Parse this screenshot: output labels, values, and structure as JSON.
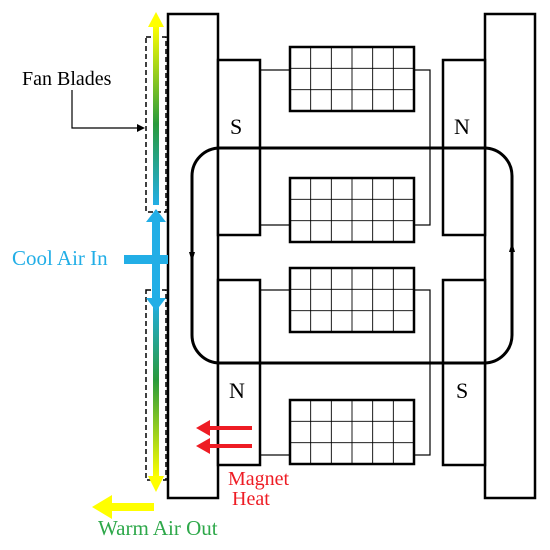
{
  "labels": {
    "fan_blades": "Fan Blades",
    "cool_air_in": "Cool Air In",
    "magnet_heat_line1": "Magnet",
    "magnet_heat_line2": "Heat",
    "warm_air_out": "Warm Air Out",
    "pole_top_left": "S",
    "pole_top_right": "N",
    "pole_bottom_left": "N",
    "pole_bottom_right": "S"
  },
  "colors": {
    "cool_air": "#22aee6",
    "warm_air": "#ffff00",
    "gradient_green": "#2a9a3c",
    "magnet_heat": "#ee1c24",
    "warm_air_text": "#2ea84a",
    "structure": "#000000"
  }
}
